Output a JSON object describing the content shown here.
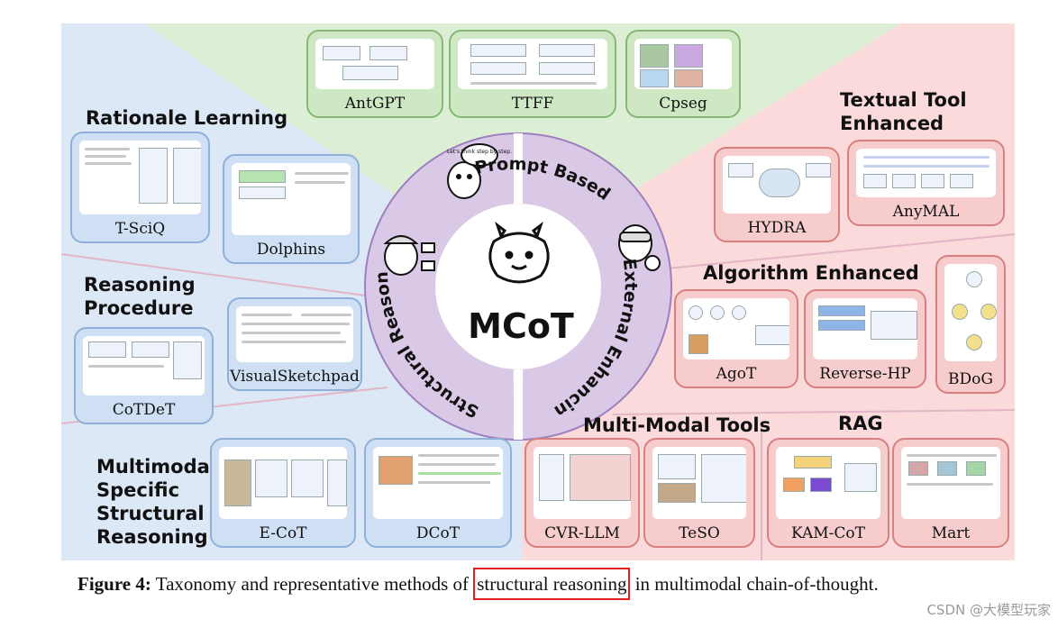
{
  "center": {
    "title": "MCoT",
    "ring_labels": {
      "prompt": "Prompt Based",
      "external": "External Enhancing",
      "structural": "Structural Reasoning"
    },
    "speech_bubble": "Let's think step by step."
  },
  "categories": {
    "rationale_learning": "Rationale Learning",
    "reasoning_procedure_1": "Reasoning",
    "reasoning_procedure_2": "Procedure",
    "multimodal_1": "Multimodal",
    "multimodal_2": "Specific",
    "multimodal_3": "Structural",
    "multimodal_4": "Reasoning",
    "textual_tool_1": "Textual Tool",
    "textual_tool_2": "Enhanced",
    "algorithm": "Algorithm Enhanced",
    "multimodal_tools": "Multi-Modal Tools",
    "rag": "RAG"
  },
  "methods": {
    "antgpt": "AntGPT",
    "ttff": "TTFF",
    "cpseg": "Cpseg",
    "tsciq": "T-SciQ",
    "dolphins": "Dolphins",
    "cotdet": "CoTDeT",
    "visualsketchpad": "VisualSketchpad",
    "ecot": "E-CoT",
    "dcot": "DCoT",
    "hydra": "HYDRA",
    "anymal": "AnyMAL",
    "agot": "AgoT",
    "reversehp": "Reverse-HP",
    "bdog": "BDoG",
    "cvrllm": "CVR-LLM",
    "teso": "TeSO",
    "kamcot": "KAM-CoT",
    "mart": "Mart"
  },
  "caption": {
    "label": "Figure 4:",
    "text_before": "Taxonomy and representative methods of",
    "highlight": "structural reasoning",
    "text_after": "in multimodal chain-of-thought."
  },
  "watermark": "CSDN @大模型玩家",
  "colors": {
    "blue_region": "#dce8f6",
    "green_region": "#dcefd4",
    "red_region": "#fadada",
    "ring": "#d9c9e6",
    "card_blue": "#cfe0f4",
    "card_green": "#cfe8c4",
    "card_red": "#f6cccc",
    "highlight_box": "#e02020"
  }
}
